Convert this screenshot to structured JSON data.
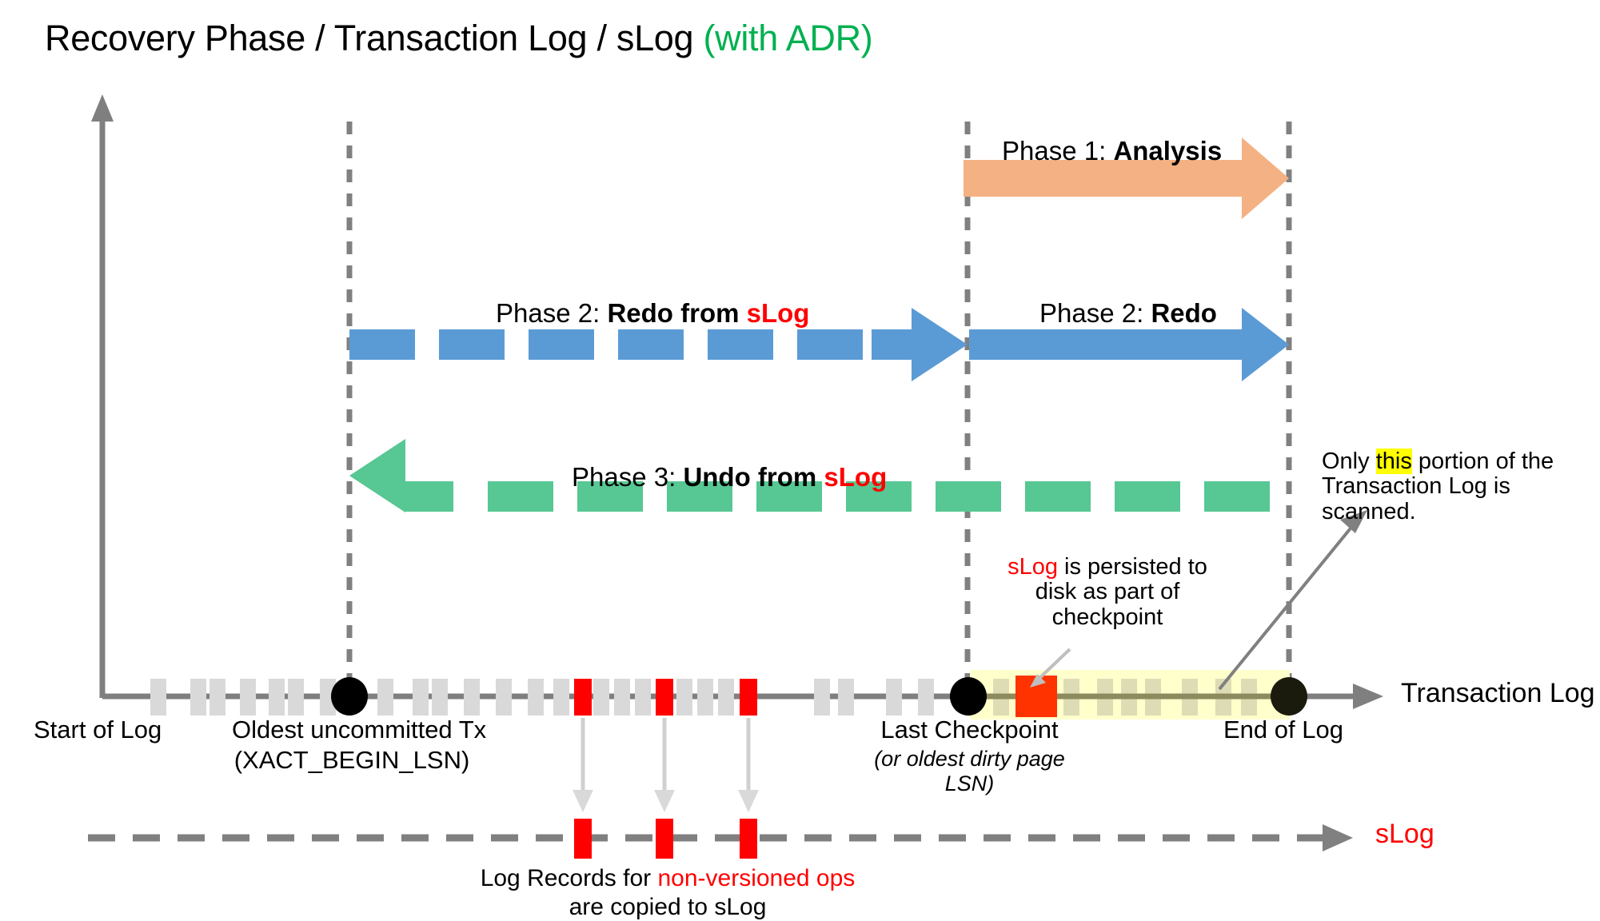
{
  "title": {
    "main": "Recovery Phase / Transaction Log / sLog ",
    "suffix": "(with ADR)"
  },
  "colors": {
    "analysis_arrow": "#F4B183",
    "redo_arrow": "#5B9BD5",
    "undo_arrow": "#57C793",
    "axis": "#7F7F7F",
    "tick": "#D9D9D9",
    "red_record": "#FF0000",
    "orange_record": "#FF3300",
    "highlight": "#FFFFCC",
    "adr_green": "#00B050",
    "accent_red": "#FF0000",
    "yellow_marker": "#FFFF00"
  },
  "phases": [
    {
      "id": "phase1",
      "prefix": "Phase 1: ",
      "bold": "Analysis",
      "suffix": "",
      "style": "solid",
      "direction": "right",
      "color": "#F4B183"
    },
    {
      "id": "phase2_slog",
      "prefix": "Phase 2: ",
      "bold": "Redo from ",
      "suffix": "sLog",
      "style": "dashed",
      "direction": "right",
      "color": "#5B9BD5"
    },
    {
      "id": "phase2_redo",
      "prefix": "Phase 2: ",
      "bold": "Redo",
      "suffix": "",
      "style": "solid",
      "direction": "right",
      "color": "#5B9BD5"
    },
    {
      "id": "phase3_undo",
      "prefix": "Phase 3: ",
      "bold": "Undo from ",
      "suffix": "sLog",
      "style": "dashed",
      "direction": "left",
      "color": "#57C793"
    }
  ],
  "annotations": {
    "checkpoint_note": {
      "line1_red": "sLog",
      "line1_rest": " is persisted to",
      "line2": "disk as part of",
      "line3": "checkpoint"
    },
    "scan_note": {
      "pre": "Only ",
      "highlight": "this",
      "post": " portion of the",
      "line2": "Transaction Log is scanned."
    }
  },
  "timeline": {
    "axis_label": "Transaction Log",
    "markers": [
      {
        "id": "start-of-log",
        "label": "Start of Log",
        "sub": ""
      },
      {
        "id": "oldest-uncommitted-tx",
        "label": "Oldest uncommitted Tx",
        "sub": "(XACT_BEGIN_LSN)"
      },
      {
        "id": "last-checkpoint",
        "label": "Last Checkpoint",
        "sub": "(or oldest dirty page",
        "sub2": "LSN)"
      },
      {
        "id": "end-of-log",
        "label": "End of Log",
        "sub": ""
      }
    ]
  },
  "slog": {
    "axis_label": "sLog",
    "caption_pre": "Log Records for ",
    "caption_red": "non-versioned ops",
    "caption_line2": "are copied to sLog"
  }
}
